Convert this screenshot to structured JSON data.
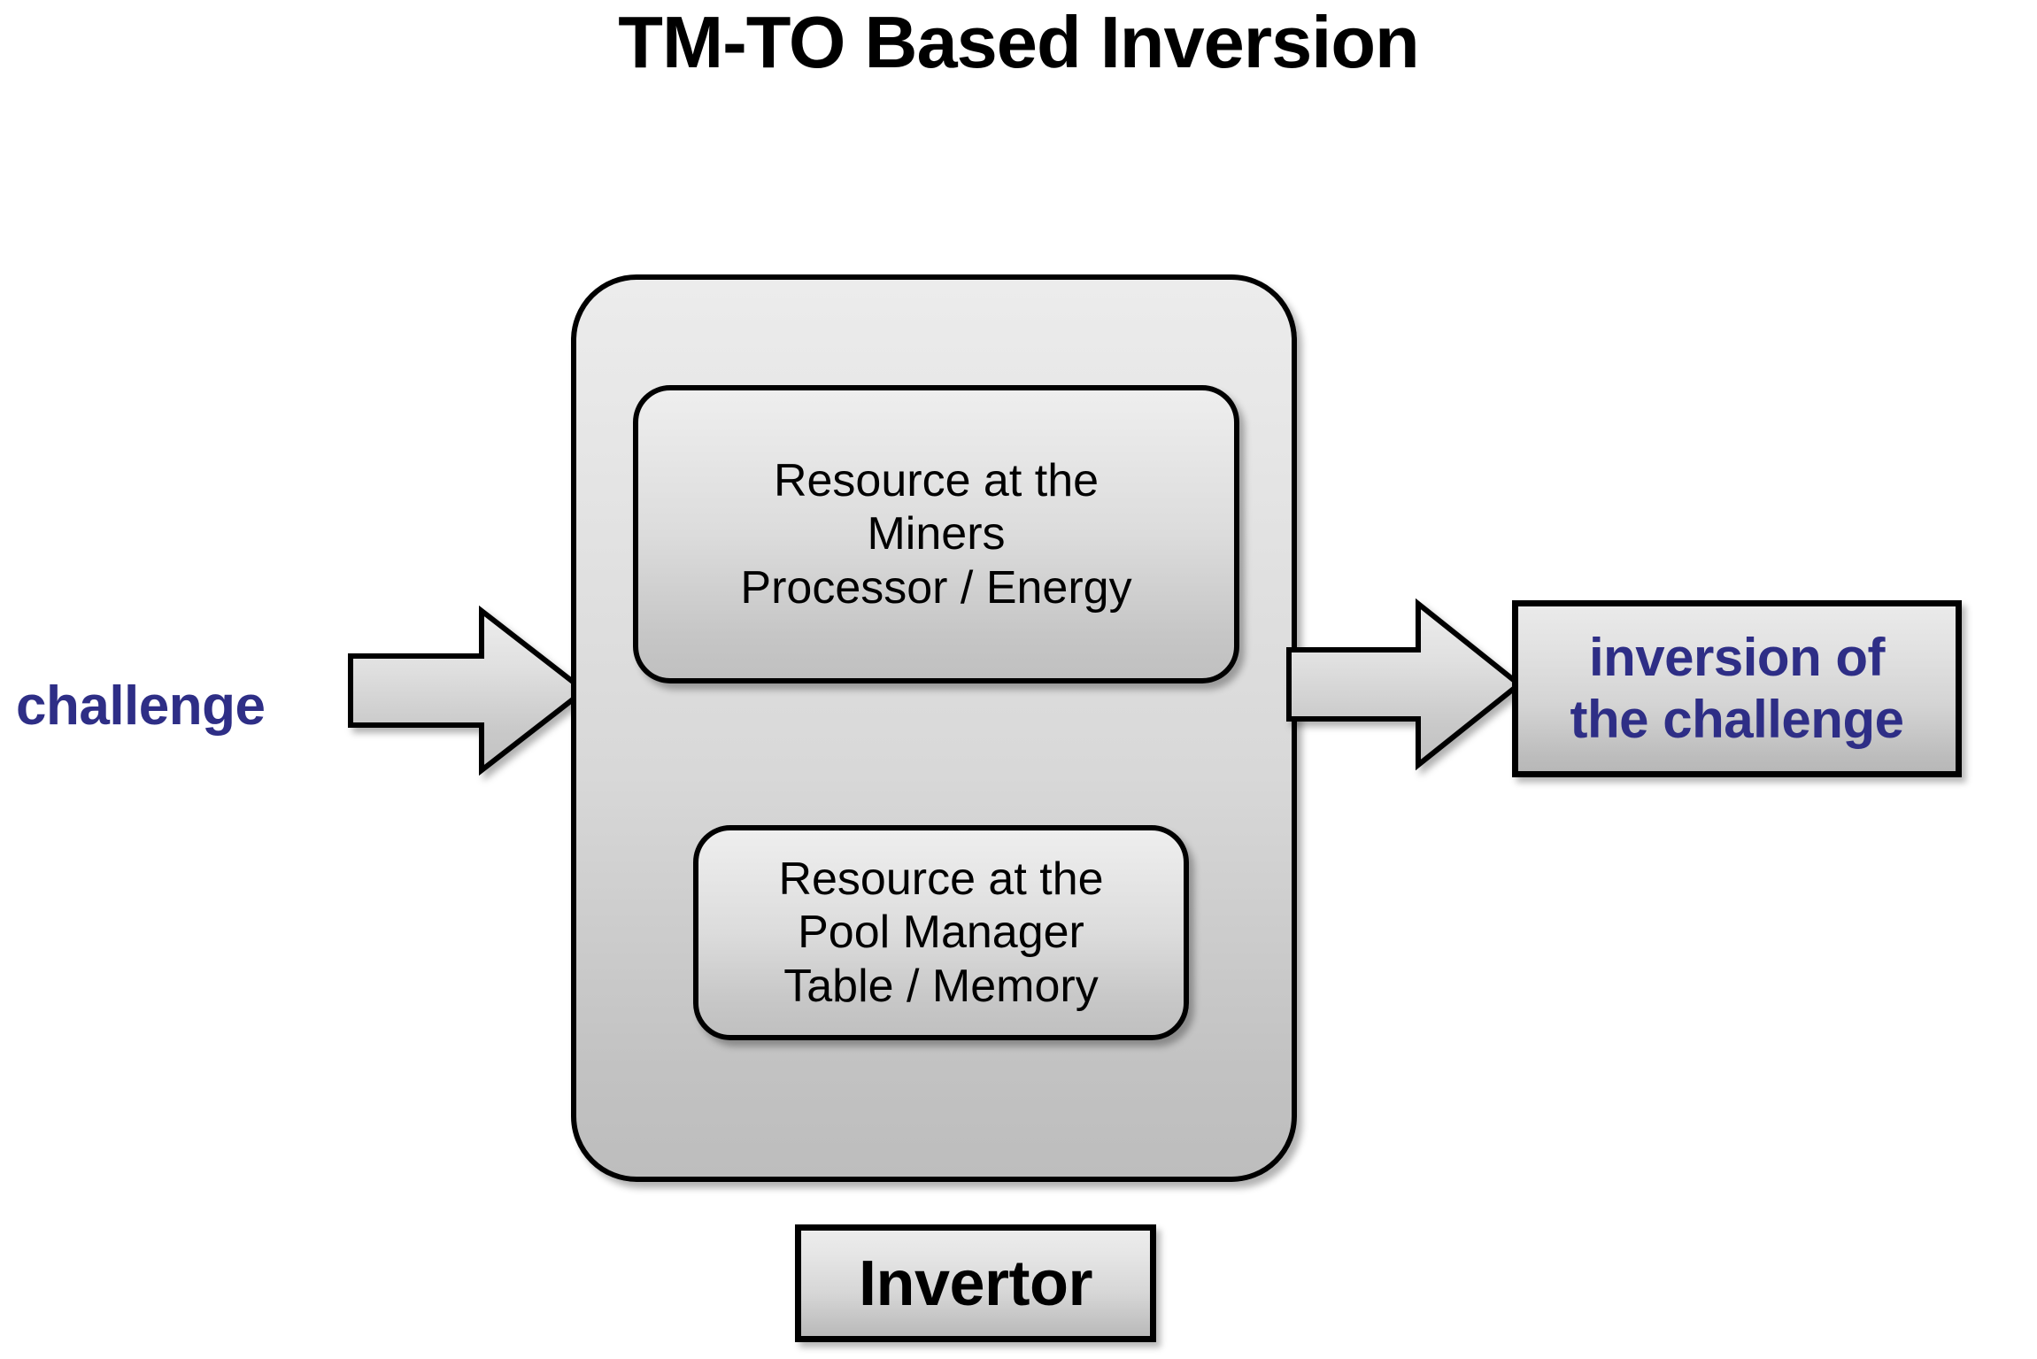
{
  "title": "TM-TO Based Inversion",
  "colors": {
    "accent_blue": "#2e2e86",
    "text_black": "#000000",
    "box_fill_light": "#ececec",
    "box_fill_dark": "#bdbdbd",
    "page_background": "#ffffff"
  },
  "input": {
    "label": "challenge",
    "arrow_icon": "right-block-arrow"
  },
  "invertor": {
    "caption": "Invertor",
    "resources": [
      {
        "id": "miners",
        "lines": [
          "Resource at the",
          "Miners",
          "Processor / Energy"
        ]
      },
      {
        "id": "pool-manager",
        "lines": [
          "Resource at the",
          "Pool Manager",
          "Table / Memory"
        ]
      }
    ]
  },
  "output": {
    "arrow_icon": "right-block-arrow",
    "lines": [
      "inversion of",
      "the challenge"
    ]
  }
}
